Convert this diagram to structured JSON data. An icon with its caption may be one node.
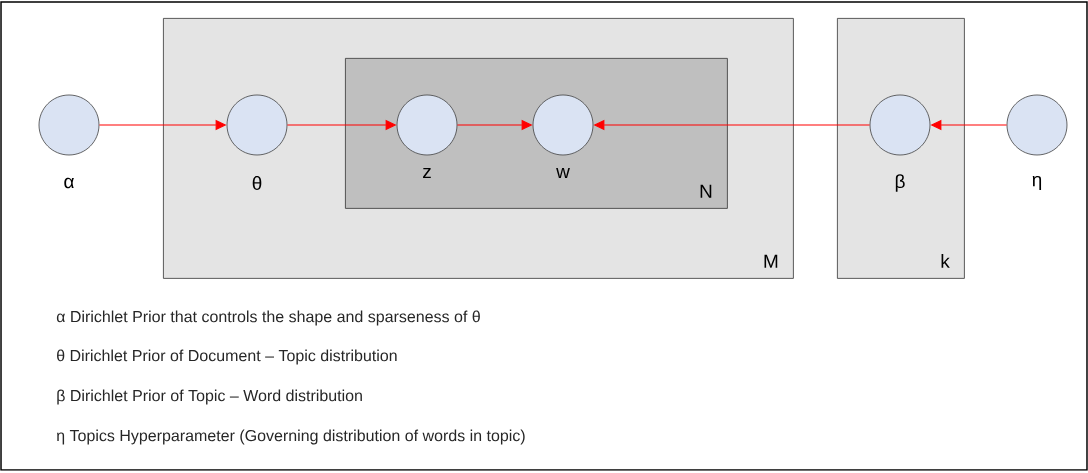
{
  "diagram": {
    "nodes": [
      {
        "text": [
          "α"
        ]
      },
      {
        "text": [
          "M"
        ]
      },
      {
        "text": [
          "θ"
        ],
        "in": 1
      },
      {
        "text": [
          "N"
        ],
        "in": 1
      },
      {
        "text": [
          "z"
        ],
        "in": 3
      },
      {
        "text": [
          "w"
        ],
        "in": 3
      },
      {
        "text": [
          "k"
        ]
      },
      {
        "text": [
          "β"
        ],
        "in": 6
      },
      {
        "text": [
          "η"
        ]
      }
    ],
    "edges": [
      {
        "from": 0,
        "to": 2,
        "arrow": "to"
      },
      {
        "from": 2,
        "to": 4,
        "arrow": "to"
      },
      {
        "from": 4,
        "to": 5,
        "arrow": "to"
      },
      {
        "from": 7,
        "to": 5,
        "arrow": "to"
      },
      {
        "from": 8,
        "to": 7,
        "arrow": "to"
      }
    ],
    "labels": [
      "α Dirichlet Prior that controls the shape and sparseness of θ",
      "θ Dirichlet Prior of Document – Topic distribution",
      "β Dirichlet Prior of Topic – Word distribution",
      "η Topics Hyperparameter (Governing distribution of words in topic)"
    ]
  }
}
